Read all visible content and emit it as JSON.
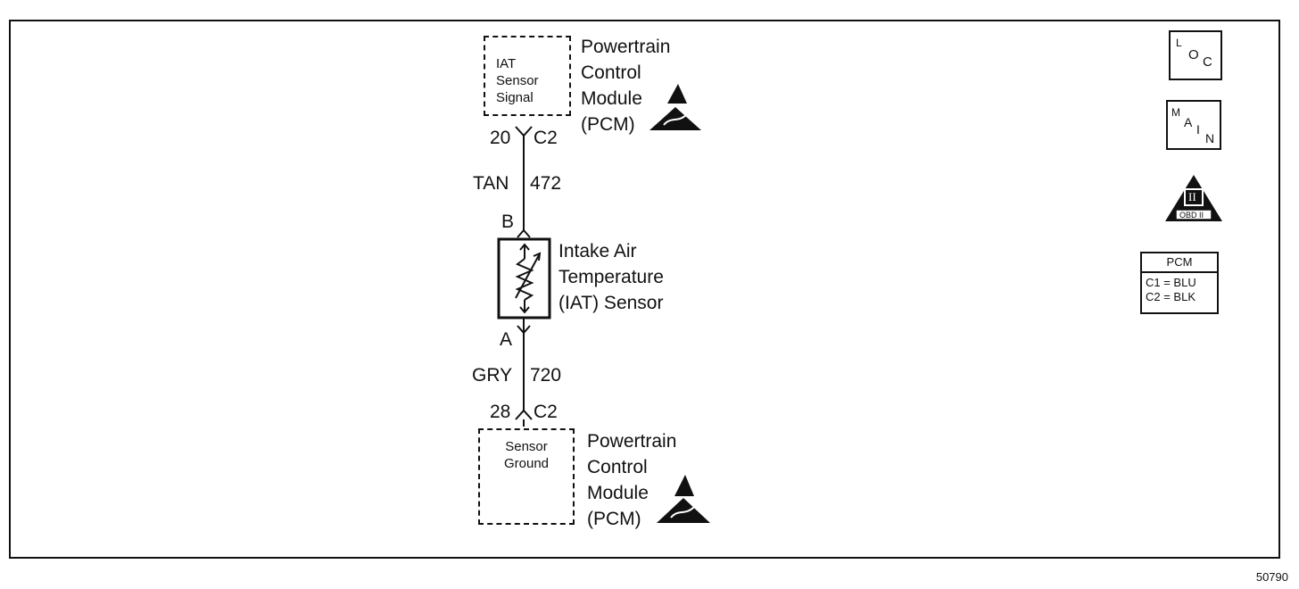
{
  "top_module": {
    "function_lines": [
      "IAT",
      "Sensor",
      "Signal"
    ],
    "name_lines": [
      "Powertrain",
      "Control",
      "Module",
      "(PCM)"
    ],
    "pin": "20",
    "connector": "C2"
  },
  "wire_top": {
    "color": "TAN",
    "circuit": "472"
  },
  "sensor": {
    "terminal_top": "B",
    "terminal_bottom": "A",
    "name_lines": [
      "Intake Air",
      "Temperature",
      "(IAT) Sensor"
    ]
  },
  "wire_bottom": {
    "color": "GRY",
    "circuit": "720"
  },
  "bottom_module": {
    "function_lines": [
      "Sensor",
      "Ground"
    ],
    "name_lines": [
      "Powertrain",
      "Control",
      "Module",
      "(PCM)"
    ],
    "pin": "28",
    "connector": "C2"
  },
  "legend": {
    "loc": {
      "l": "L",
      "o": "O",
      "c": "C"
    },
    "main": {
      "m": "M",
      "a": "A",
      "i": "I",
      "n": "N"
    },
    "obd": {
      "numeral": "II",
      "label": "OBD II"
    },
    "pcm_table": {
      "header": "PCM",
      "rows": [
        "C1 = BLU",
        "C2 = BLK"
      ]
    }
  },
  "icons": {
    "esd_warning": "esd-warning-icon",
    "caution": "caution-triangle-icon",
    "resistor": "variable-resistor-icon"
  },
  "figure_number": "50790"
}
